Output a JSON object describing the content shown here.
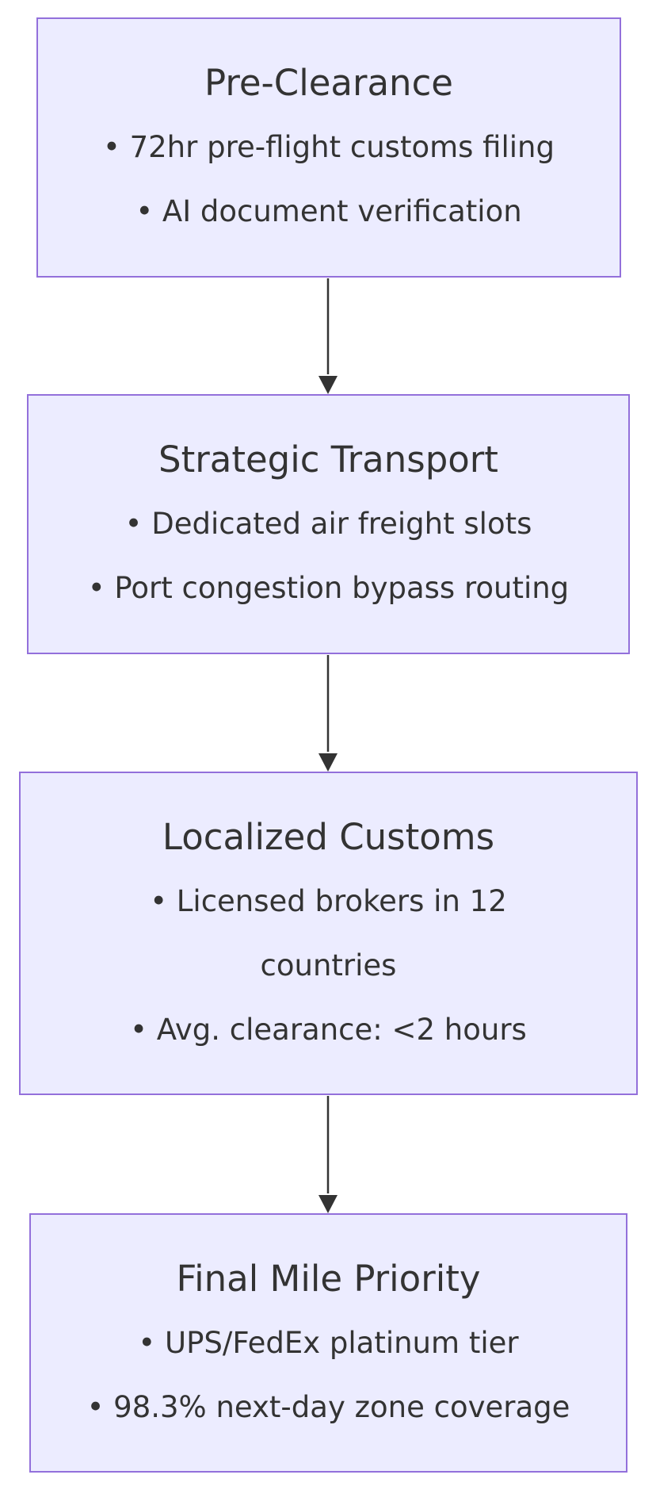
{
  "diagram": {
    "nodes": [
      {
        "id": "pre-clearance",
        "title": "Pre-Clearance",
        "lines": [
          "• 72hr pre-flight customs filing",
          "• AI document verification"
        ]
      },
      {
        "id": "strategic-transport",
        "title": "Strategic Transport",
        "lines": [
          "• Dedicated air freight slots",
          "• Port congestion bypass routing"
        ]
      },
      {
        "id": "localized-customs",
        "title": "Localized Customs",
        "lines": [
          "• Licensed brokers in 12",
          "countries",
          "• Avg. clearance: <2 hours"
        ]
      },
      {
        "id": "final-mile-priority",
        "title": "Final Mile Priority",
        "lines": [
          "• UPS/FedEx platinum tier",
          "• 98.3% next-day zone coverage"
        ]
      }
    ],
    "edges": [
      {
        "from": "pre-clearance",
        "to": "strategic-transport"
      },
      {
        "from": "strategic-transport",
        "to": "localized-customs"
      },
      {
        "from": "localized-customs",
        "to": "final-mile-priority"
      }
    ],
    "colors": {
      "node_fill": "#ECECFF",
      "node_stroke": "#9370DB",
      "edge": "#333333",
      "text": "#333333"
    }
  }
}
